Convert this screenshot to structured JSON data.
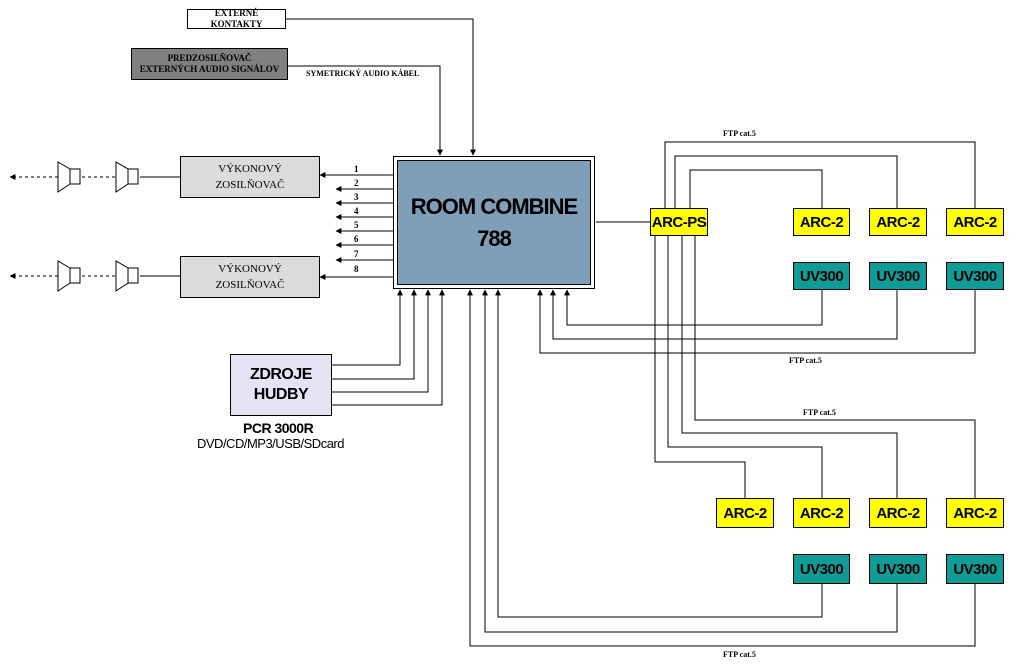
{
  "externe": "EXTERNÉ KONTAKTY",
  "predzosilnovac": [
    "PREDZOSILŇOVAČ",
    "EXTERNÝCH AUDIO SIGNÁLOV"
  ],
  "symetricky": "SYMETRICKÝ AUDIO KÁBEL",
  "amp_lines": [
    "VÝKONOVÝ",
    "ZOSILŇOVAČ"
  ],
  "room": [
    "ROOM COMBINE",
    "788"
  ],
  "arc_ps": "ARC-PS",
  "arc2": "ARC-2",
  "uv300": "UV300",
  "ftp": "FTP cat.5",
  "outputs": [
    "1",
    "2",
    "3",
    "4",
    "5",
    "6",
    "7",
    "8"
  ],
  "zdroje": [
    "ZDROJE",
    "HUDBY"
  ],
  "pcr": "PCR 3000R",
  "pcr_sub": "DVD/CD/MP3/USB/SDcard",
  "colors": {
    "room_fill": "#7f9eb8",
    "arc": "#ffff00",
    "uv": "#0f9c97",
    "amp": "#dcdcdc",
    "predzos": "#808080",
    "zdroje": "#e6e4f4"
  }
}
